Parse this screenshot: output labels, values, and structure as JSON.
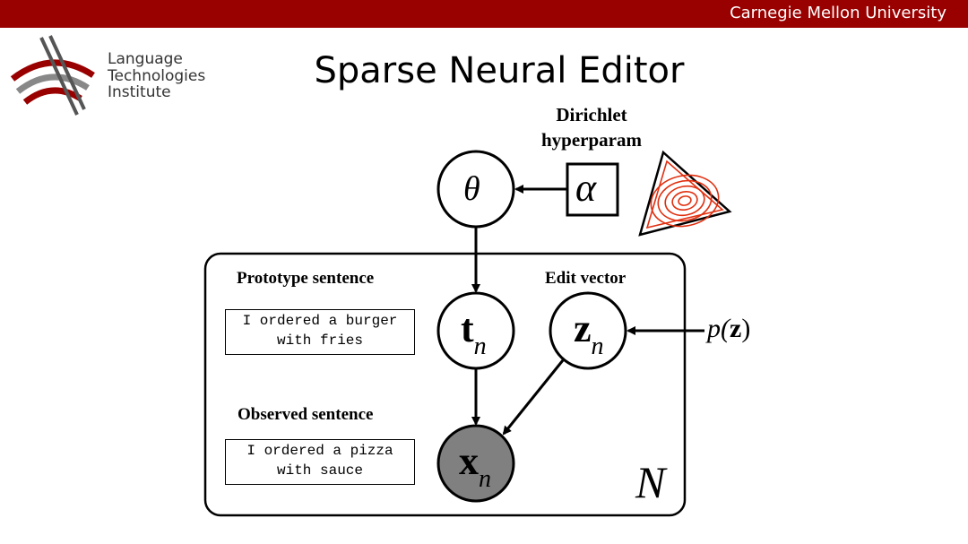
{
  "header": {
    "university": "Carnegie Mellon University",
    "brand_color": "#990000"
  },
  "logo": {
    "line1": "Language",
    "line2": "Technologies",
    "line3": "Institute",
    "icon": "lti-logo-icon"
  },
  "slide": {
    "title": "Sparse Neural Editor"
  },
  "diagram": {
    "hyperparam_label_line1": "Dirichlet",
    "hyperparam_label_line2": "hyperparam",
    "prototype_label": "Prototype sentence",
    "prototype_text": "I ordered a burger\nwith fries",
    "observed_label": "Observed sentence",
    "observed_text": "I ordered a pizza\nwith sauce",
    "edit_vector_label": "Edit vector",
    "node_theta": "θ",
    "node_alpha": "α",
    "node_t": "t",
    "node_z": "z",
    "node_x": "x",
    "subscript": "n",
    "prior_p": "p(",
    "prior_z": "z",
    "prior_close": ")",
    "plate_label": "N",
    "observed_fill": "#808080",
    "simplex_contour_color": "#e03010"
  }
}
